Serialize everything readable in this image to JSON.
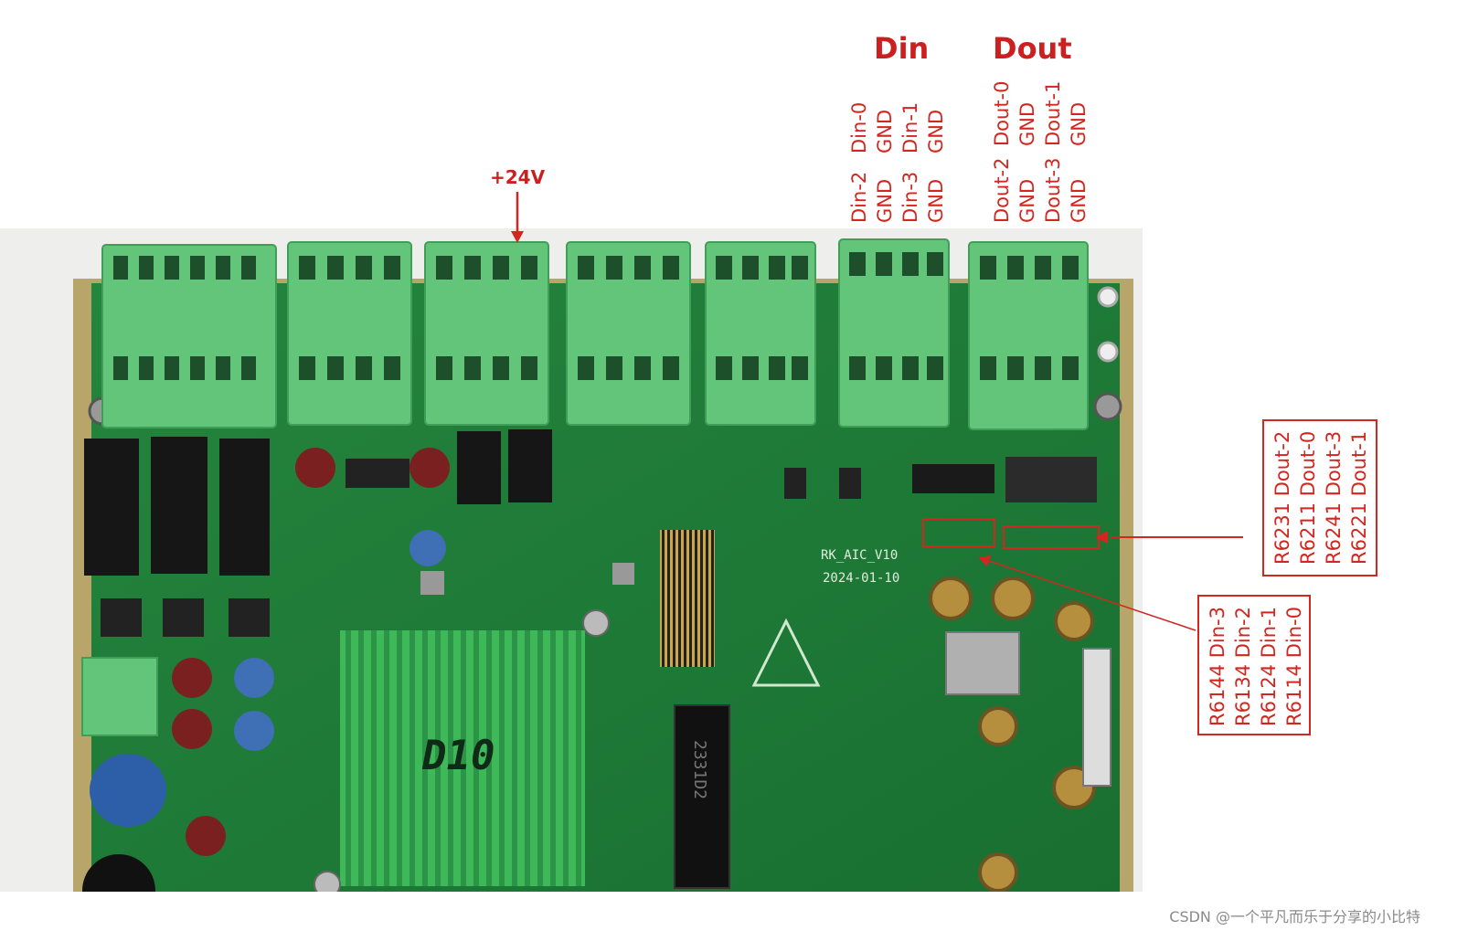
{
  "annotations": {
    "din_title": "Din",
    "dout_title": "Dout",
    "power": "+24V",
    "din_row1": [
      "Din-0",
      "GND",
      "Din-1",
      "GND"
    ],
    "din_row2": [
      "Din-2",
      "GND",
      "Din-3",
      "GND"
    ],
    "dout_row1": [
      "Dout-0",
      "GND",
      "Dout-1",
      "GND"
    ],
    "dout_row2": [
      "Dout-2",
      "GND",
      "Dout-3",
      "GND"
    ],
    "right_box_top": [
      "R6231  Dout-2",
      "R6211  Dout-0",
      "R6241  Dout-3",
      "R6221  Dout-1"
    ],
    "right_box_bottom": [
      "R6144  Din-3",
      "R6134  Din-2",
      "R6124  Din-1",
      "R6114  Din-0"
    ]
  },
  "board": {
    "silk_name": "RK_AIC_V10",
    "silk_date": "2024-01-10",
    "heatsink_mark": "D10",
    "chip_mark": "2331D2"
  },
  "watermark": "CSDN @一个平凡而乐于分享的小比特",
  "colors": {
    "pcb": "#1e7a35",
    "connector": "#63c57a",
    "annotation": "#d2261f"
  }
}
